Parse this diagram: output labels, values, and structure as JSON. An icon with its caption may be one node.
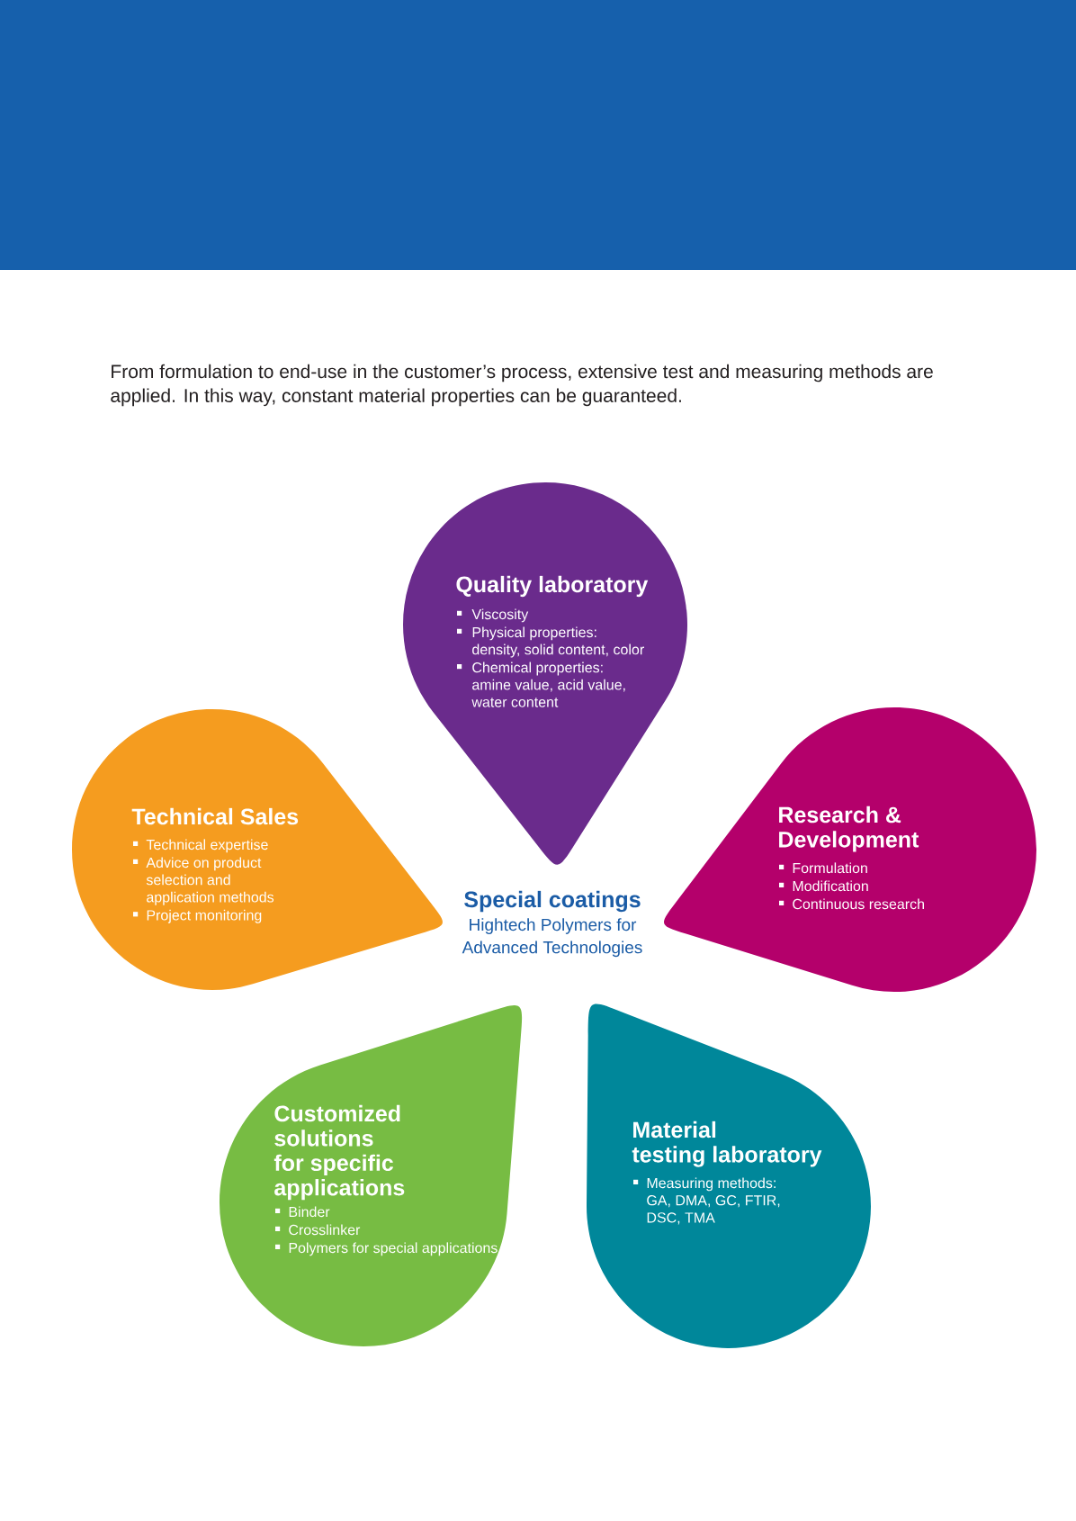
{
  "diagram": {
    "nodes": [
      {
        "text": [
          "Quality laboratory",
          "Viscosity",
          "Physical properties: density, solid content, color",
          "Chemical properties: amine value, acid value, water content"
        ]
      },
      {
        "text": [
          "Technical Sales",
          "Technical expertise",
          "Advice on product selection and application methods",
          "Project monitoring"
        ]
      },
      {
        "text": [
          "Research & Development",
          "Formulation",
          "Modification",
          "Continuous research"
        ]
      },
      {
        "text": [
          "Customized solutions for specific applications",
          "Binder",
          "Crosslinker",
          "Polymers for special applications"
        ]
      },
      {
        "text": [
          "Material testing laboratory",
          "Measuring methods: GA, DMA, GC, FTIR, DSC, TMA"
        ]
      }
    ],
    "labels": [
      "From formulation to end-use in the customer’s process, extensive test and measuring methods are applied. In this way, constant material properties can be guaranteed.",
      "Special coatings",
      "Hightech Polymers for Advanced Technologies"
    ]
  }
}
